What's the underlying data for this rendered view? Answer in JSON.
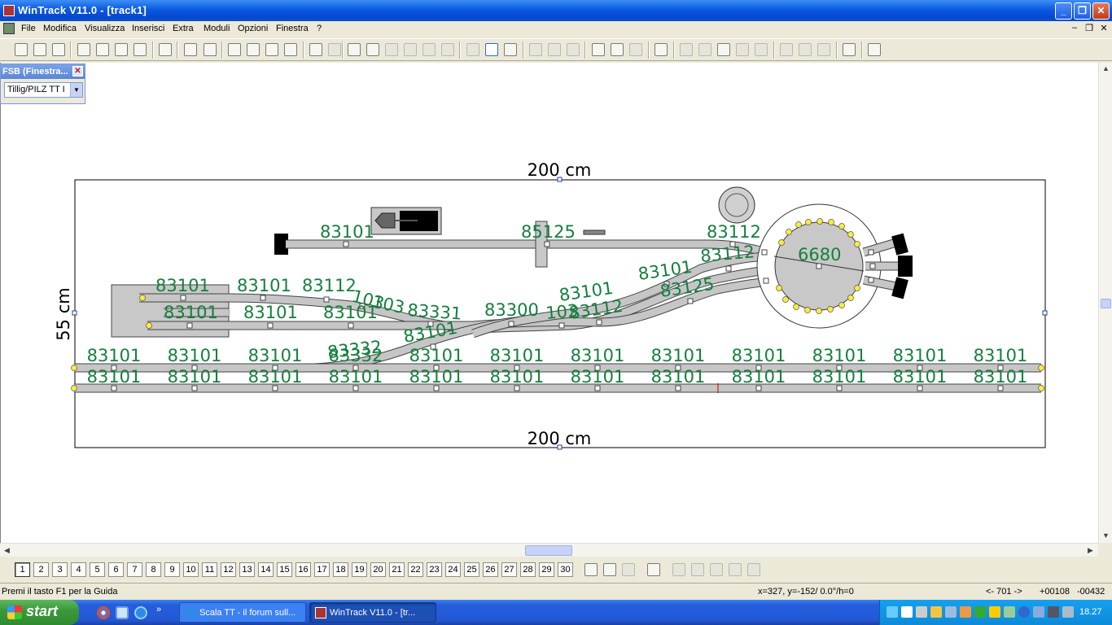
{
  "window": {
    "title": "WinTrack  V11.0 - [track1]"
  },
  "menu": {
    "items": [
      "File",
      "Modifica",
      "Visualizza",
      "Inserisci",
      "Extra",
      "Moduli",
      "Opzioni",
      "Finestra",
      "?"
    ]
  },
  "fsb": {
    "title": "FSB (Finestra...",
    "selected": "Tillig/PILZ  TT I"
  },
  "layout": {
    "dim_top": "200 cm",
    "dim_bottom": "200 cm",
    "dim_left": "55 cm",
    "labels": {
      "upper_83101": "83101",
      "upper_85125": "85125",
      "upper_83112": "83112",
      "turntable": "6680",
      "yard_83101_a": "83101",
      "yard_83101_b": "83101",
      "yard_83112": "83112",
      "yard_103": "103",
      "yard_83331": "83331",
      "yard_83300": "83300",
      "mid_83101_a": "83101",
      "mid_83101_b": "83101",
      "mid_83112": "83112",
      "mid_83125": "83125",
      "mid_83101_c": "83101",
      "left_83101_c": "83101",
      "left_83101_d": "83101",
      "left_83101_e": "83101",
      "left_83101_f": "83101",
      "curve_83332": "83332",
      "curve_83101": "83101",
      "cross_103": "103",
      "cross_83112": "83112"
    },
    "row1": [
      "83101",
      "83101",
      "83101",
      "83332",
      "83101",
      "83101",
      "83101",
      "83101",
      "83101",
      "83101",
      "83101",
      "83101"
    ],
    "row2": [
      "83101",
      "83101",
      "83101",
      "83101",
      "83101",
      "83101",
      "83101",
      "83101",
      "83101",
      "83101",
      "83101",
      "83101"
    ]
  },
  "layers": [
    "1",
    "2",
    "3",
    "4",
    "5",
    "6",
    "7",
    "8",
    "9",
    "10",
    "11",
    "12",
    "13",
    "14",
    "15",
    "16",
    "17",
    "18",
    "19",
    "20",
    "21",
    "22",
    "23",
    "24",
    "25",
    "26",
    "27",
    "28",
    "29",
    "30"
  ],
  "status": {
    "help": "Premi il tasto F1 per la Guida",
    "coords": "x=327, y=-152/ 0.0°/h=0",
    "segment": "<- 701 ->",
    "val1": "+00108",
    "val2": "-00432"
  },
  "taskbar": {
    "start": "start",
    "tasks": [
      "Scala TT - il forum sull...",
      "WinTrack  V11.0 - [tr..."
    ],
    "clock": "18.27"
  },
  "colors": {
    "track_label": "#15803d",
    "track_fill": "#c0c0c0",
    "titlebar": "#0a5adf",
    "taskbar": "#245edb"
  }
}
